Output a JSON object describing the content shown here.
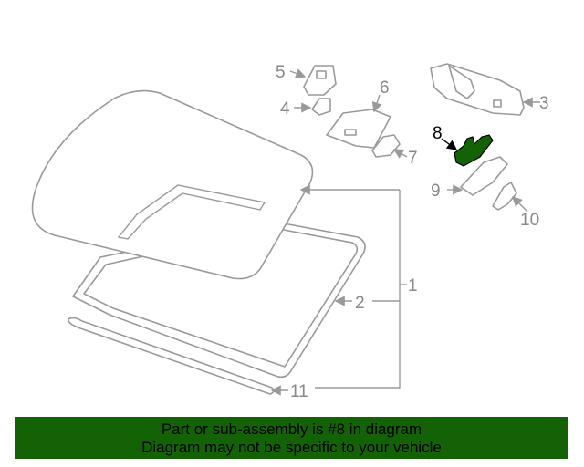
{
  "diagram": {
    "callouts": [
      "1",
      "2",
      "3",
      "4",
      "5",
      "6",
      "7",
      "8",
      "9",
      "10",
      "11"
    ],
    "highlighted_part": "8",
    "highlight_color": "#136306",
    "line_color": "#999999"
  },
  "banner": {
    "line1": "Part or sub-assembly is #8 in diagram",
    "line2": "Diagram may not be specific to your vehicle",
    "background": "#136306"
  }
}
